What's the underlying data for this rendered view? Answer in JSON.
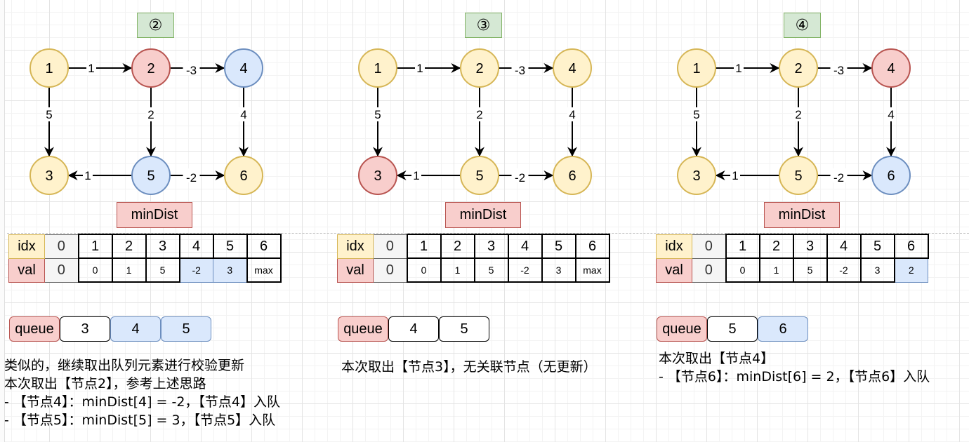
{
  "colors": {
    "default_node_fill": "#fff2cc",
    "default_node_stroke": "#d6b656",
    "current_node_fill": "#f8cecc",
    "current_node_stroke": "#b85450",
    "updated_node_fill": "#dae8fc",
    "updated_node_stroke": "#6c8ebf",
    "step_badge_fill": "#d5e8d4",
    "step_badge_stroke": "#82b366"
  },
  "graph": {
    "nodes": [
      "1",
      "2",
      "4",
      "3",
      "5",
      "6"
    ],
    "edges": [
      {
        "from": "1",
        "to": "2",
        "weight": "1"
      },
      {
        "from": "2",
        "to": "4",
        "weight": "-3"
      },
      {
        "from": "1",
        "to": "3",
        "weight": "5"
      },
      {
        "from": "2",
        "to": "5",
        "weight": "2"
      },
      {
        "from": "4",
        "to": "6",
        "weight": "4"
      },
      {
        "from": "5",
        "to": "3",
        "weight": "1"
      },
      {
        "from": "5",
        "to": "6",
        "weight": "-2"
      }
    ]
  },
  "panels": [
    {
      "step": "②",
      "node_states": {
        "1": "default",
        "2": "current",
        "4": "updated",
        "3": "default",
        "5": "updated",
        "6": "default"
      },
      "minDist_label": "minDist",
      "table": {
        "idx_label": "idx",
        "val_label": "val",
        "idx": [
          "0",
          "1",
          "2",
          "3",
          "4",
          "5",
          "6"
        ],
        "val": [
          "0",
          "0",
          "1",
          "5",
          "-2",
          "3",
          "max"
        ],
        "highlight": [
          false,
          false,
          false,
          false,
          true,
          true,
          false
        ]
      },
      "queue": {
        "label": "queue",
        "items": [
          "3",
          "4",
          "5"
        ],
        "highlight": [
          false,
          true,
          true
        ]
      },
      "description": [
        "类似的，继续取出队列元素进行校验更新",
        "本次取出【节点2】，参考上述思路",
        "- 【节点4】：minDist[4] = -2，【节点4】入队",
        "- 【节点5】：minDist[5] = 3，【节点5】入队"
      ]
    },
    {
      "step": "③",
      "node_states": {
        "1": "default",
        "2": "default",
        "4": "default",
        "3": "current",
        "5": "default",
        "6": "default"
      },
      "minDist_label": "minDist",
      "table": {
        "idx_label": "idx",
        "val_label": "val",
        "idx": [
          "0",
          "1",
          "2",
          "3",
          "4",
          "5",
          "6"
        ],
        "val": [
          "0",
          "0",
          "1",
          "5",
          "-2",
          "3",
          "max"
        ],
        "highlight": [
          false,
          false,
          false,
          false,
          false,
          false,
          false
        ]
      },
      "queue": {
        "label": "queue",
        "items": [
          "4",
          "5"
        ],
        "highlight": [
          false,
          false
        ]
      },
      "description": [
        "本次取出【节点3】，无关联节点（无更新）"
      ]
    },
    {
      "step": "④",
      "node_states": {
        "1": "default",
        "2": "default",
        "4": "current",
        "3": "default",
        "5": "default",
        "6": "updated"
      },
      "minDist_label": "minDist",
      "table": {
        "idx_label": "idx",
        "val_label": "val",
        "idx": [
          "0",
          "1",
          "2",
          "3",
          "4",
          "5",
          "6"
        ],
        "val": [
          "0",
          "0",
          "1",
          "5",
          "-2",
          "3",
          "2"
        ],
        "highlight": [
          false,
          false,
          false,
          false,
          false,
          false,
          true
        ]
      },
      "queue": {
        "label": "queue",
        "items": [
          "5",
          "6"
        ],
        "highlight": [
          false,
          true
        ]
      },
      "description": [
        "本次取出【节点4】",
        "- 【节点6】：minDist[6] = 2，【节点6】入队"
      ]
    }
  ]
}
